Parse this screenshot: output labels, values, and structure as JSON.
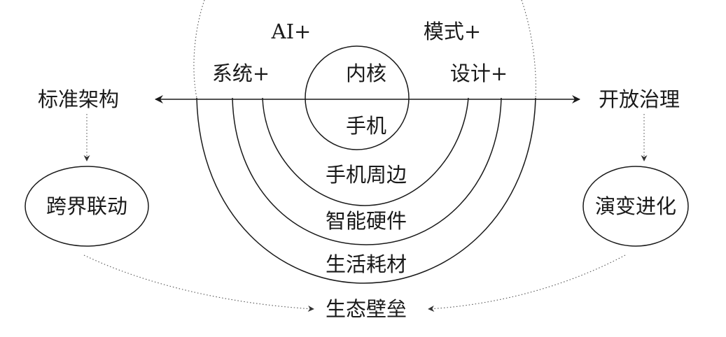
{
  "diagram": {
    "core_top": "内核",
    "core_bottom": "手机",
    "inner_ring_labels": {
      "top_left": "AI+",
      "top_right": "模式+",
      "left": "系统+",
      "right": "设计+"
    },
    "rings": [
      "手机周边",
      "智能硬件",
      "生活耗材"
    ],
    "left_branch": {
      "axis_label": "标准架构",
      "node_label": "跨界联动"
    },
    "right_branch": {
      "axis_label": "开放治理",
      "node_label": "演变进化"
    },
    "bottom_label": "生态壁垒"
  }
}
